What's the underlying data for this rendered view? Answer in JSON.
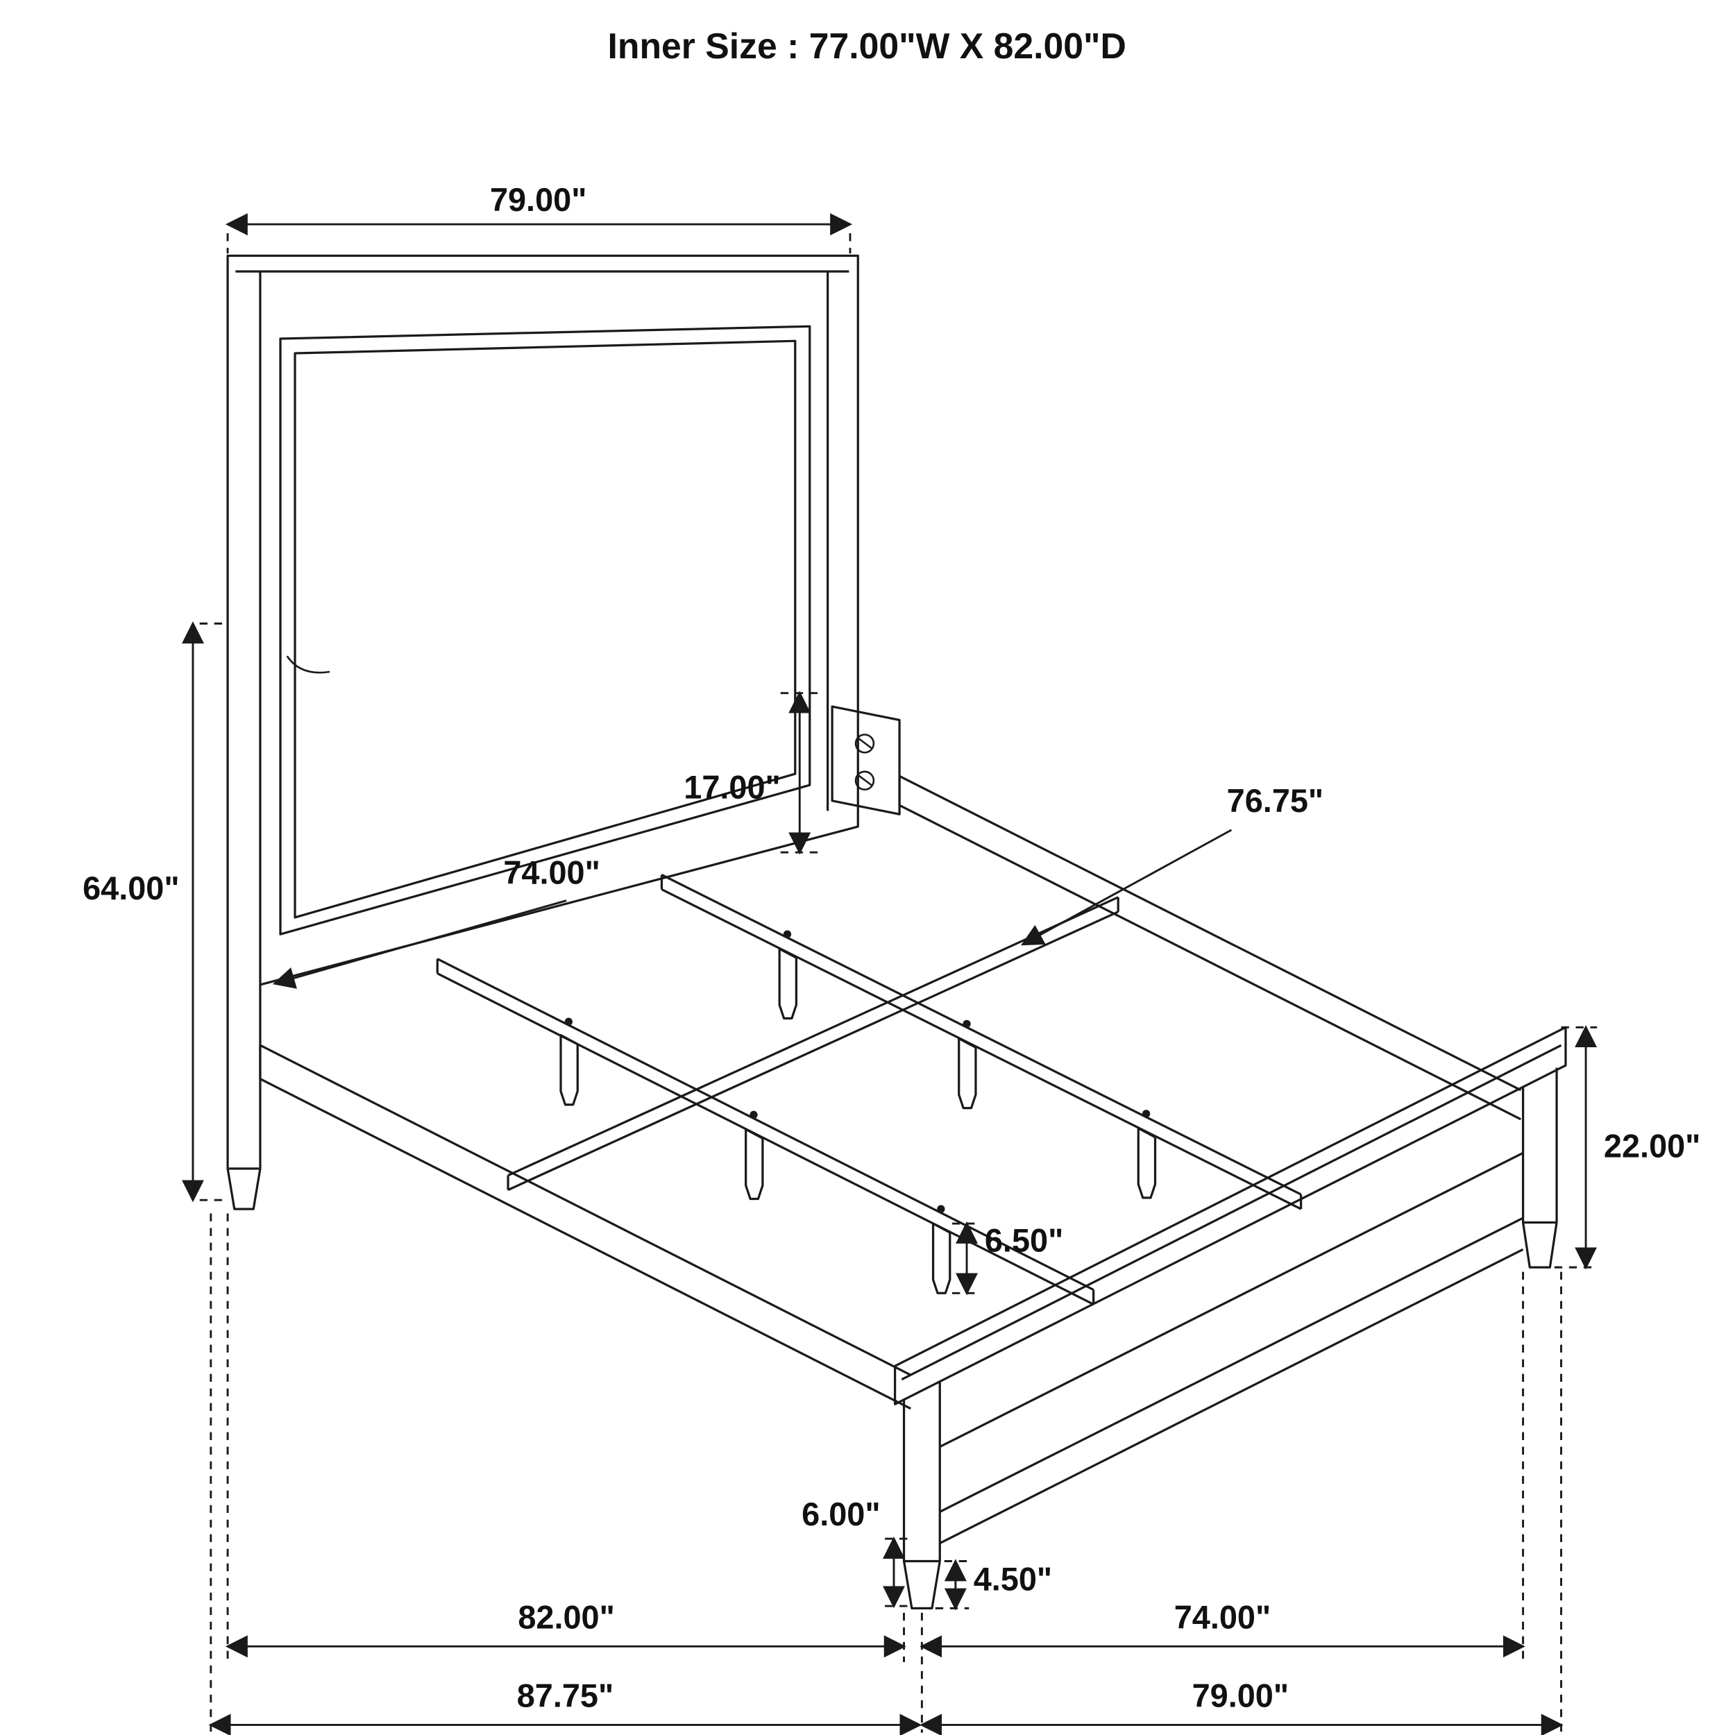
{
  "title": "Inner Size : 77.00\"W X 82.00\"D",
  "dimensions": {
    "headboard_width": "79.00\"",
    "headboard_height": "64.00\"",
    "rail_mount_height": "17.00\"",
    "headboard_inner_width": "74.00\"",
    "slat_length": "76.75\"",
    "footboard_height": "22.00\"",
    "center_leg_height": "6.50\"",
    "under_bed_clearance": "6.00\"",
    "footboard_leg_height": "4.50\"",
    "side_rail_length": "82.00\"",
    "footboard_inner_width": "74.00\"",
    "overall_length": "87.75\"",
    "footboard_width": "79.00\""
  },
  "colors": {
    "line": "#1a1a1a",
    "background": "#ffffff",
    "text": "#111111"
  }
}
